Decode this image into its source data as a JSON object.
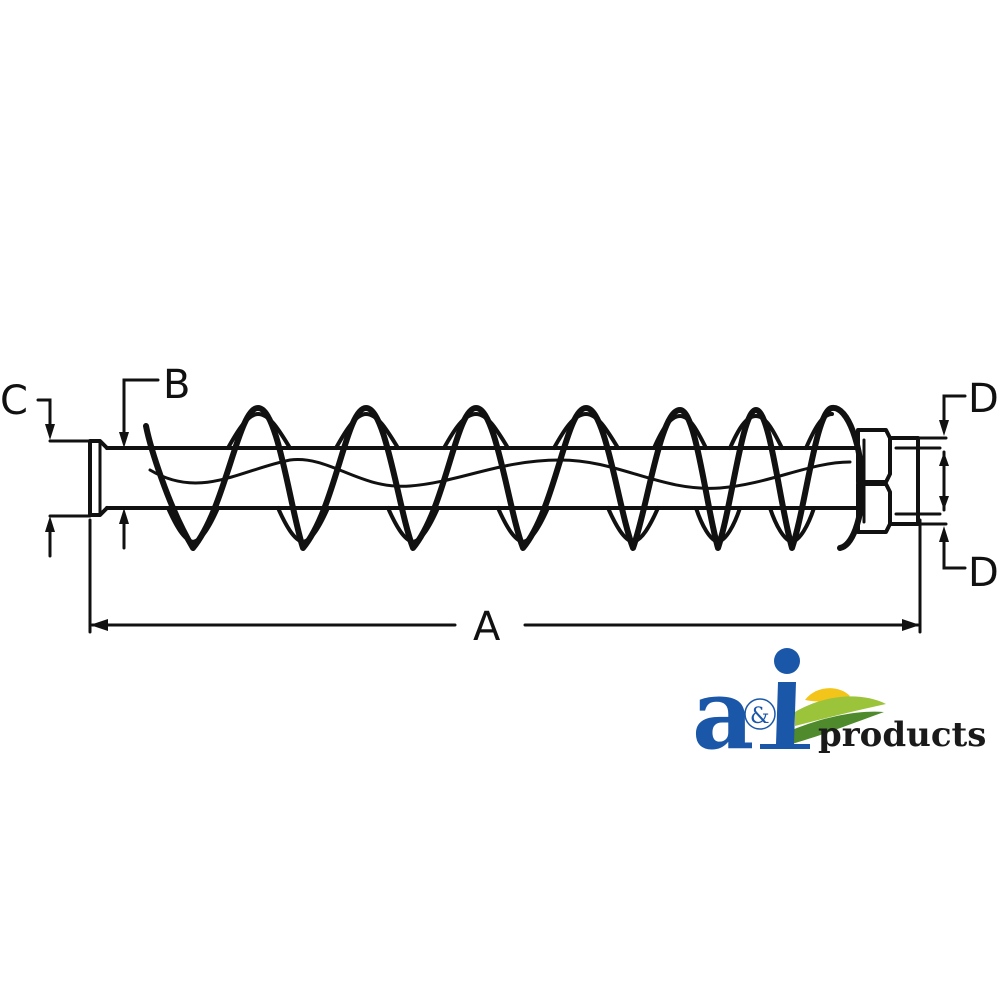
{
  "labels": {
    "A": "A",
    "B": "B",
    "C": "C",
    "D_top": "D",
    "D_bottom": "D"
  },
  "logo": {
    "letter_a": "a",
    "ampersand": "&",
    "letter_i": "I",
    "word": "products"
  },
  "colors": {
    "line": "#111111",
    "logo_blue": "#1a57a8",
    "logo_yellow": "#f3c51b",
    "logo_green_light": "#9cc43a",
    "logo_green_dark": "#4f8a2c"
  }
}
